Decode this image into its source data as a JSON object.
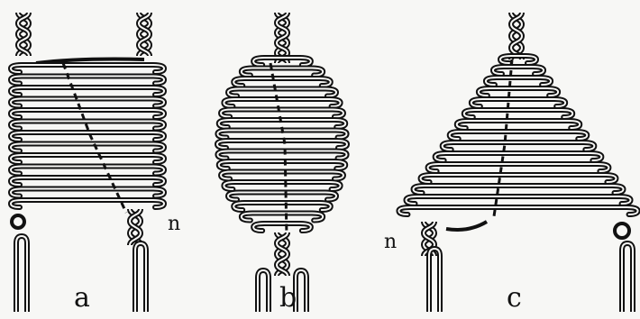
{
  "figure": {
    "panels": [
      {
        "id": "a",
        "shape": "rectangle",
        "label": "a",
        "marker": "n"
      },
      {
        "id": "b",
        "shape": "ellipse",
        "label": "b",
        "marker": ""
      },
      {
        "id": "c",
        "shape": "triangle",
        "label": "c",
        "marker": "n"
      }
    ],
    "colors": {
      "ink": "#111111",
      "paper": "#f7f7f5"
    }
  }
}
